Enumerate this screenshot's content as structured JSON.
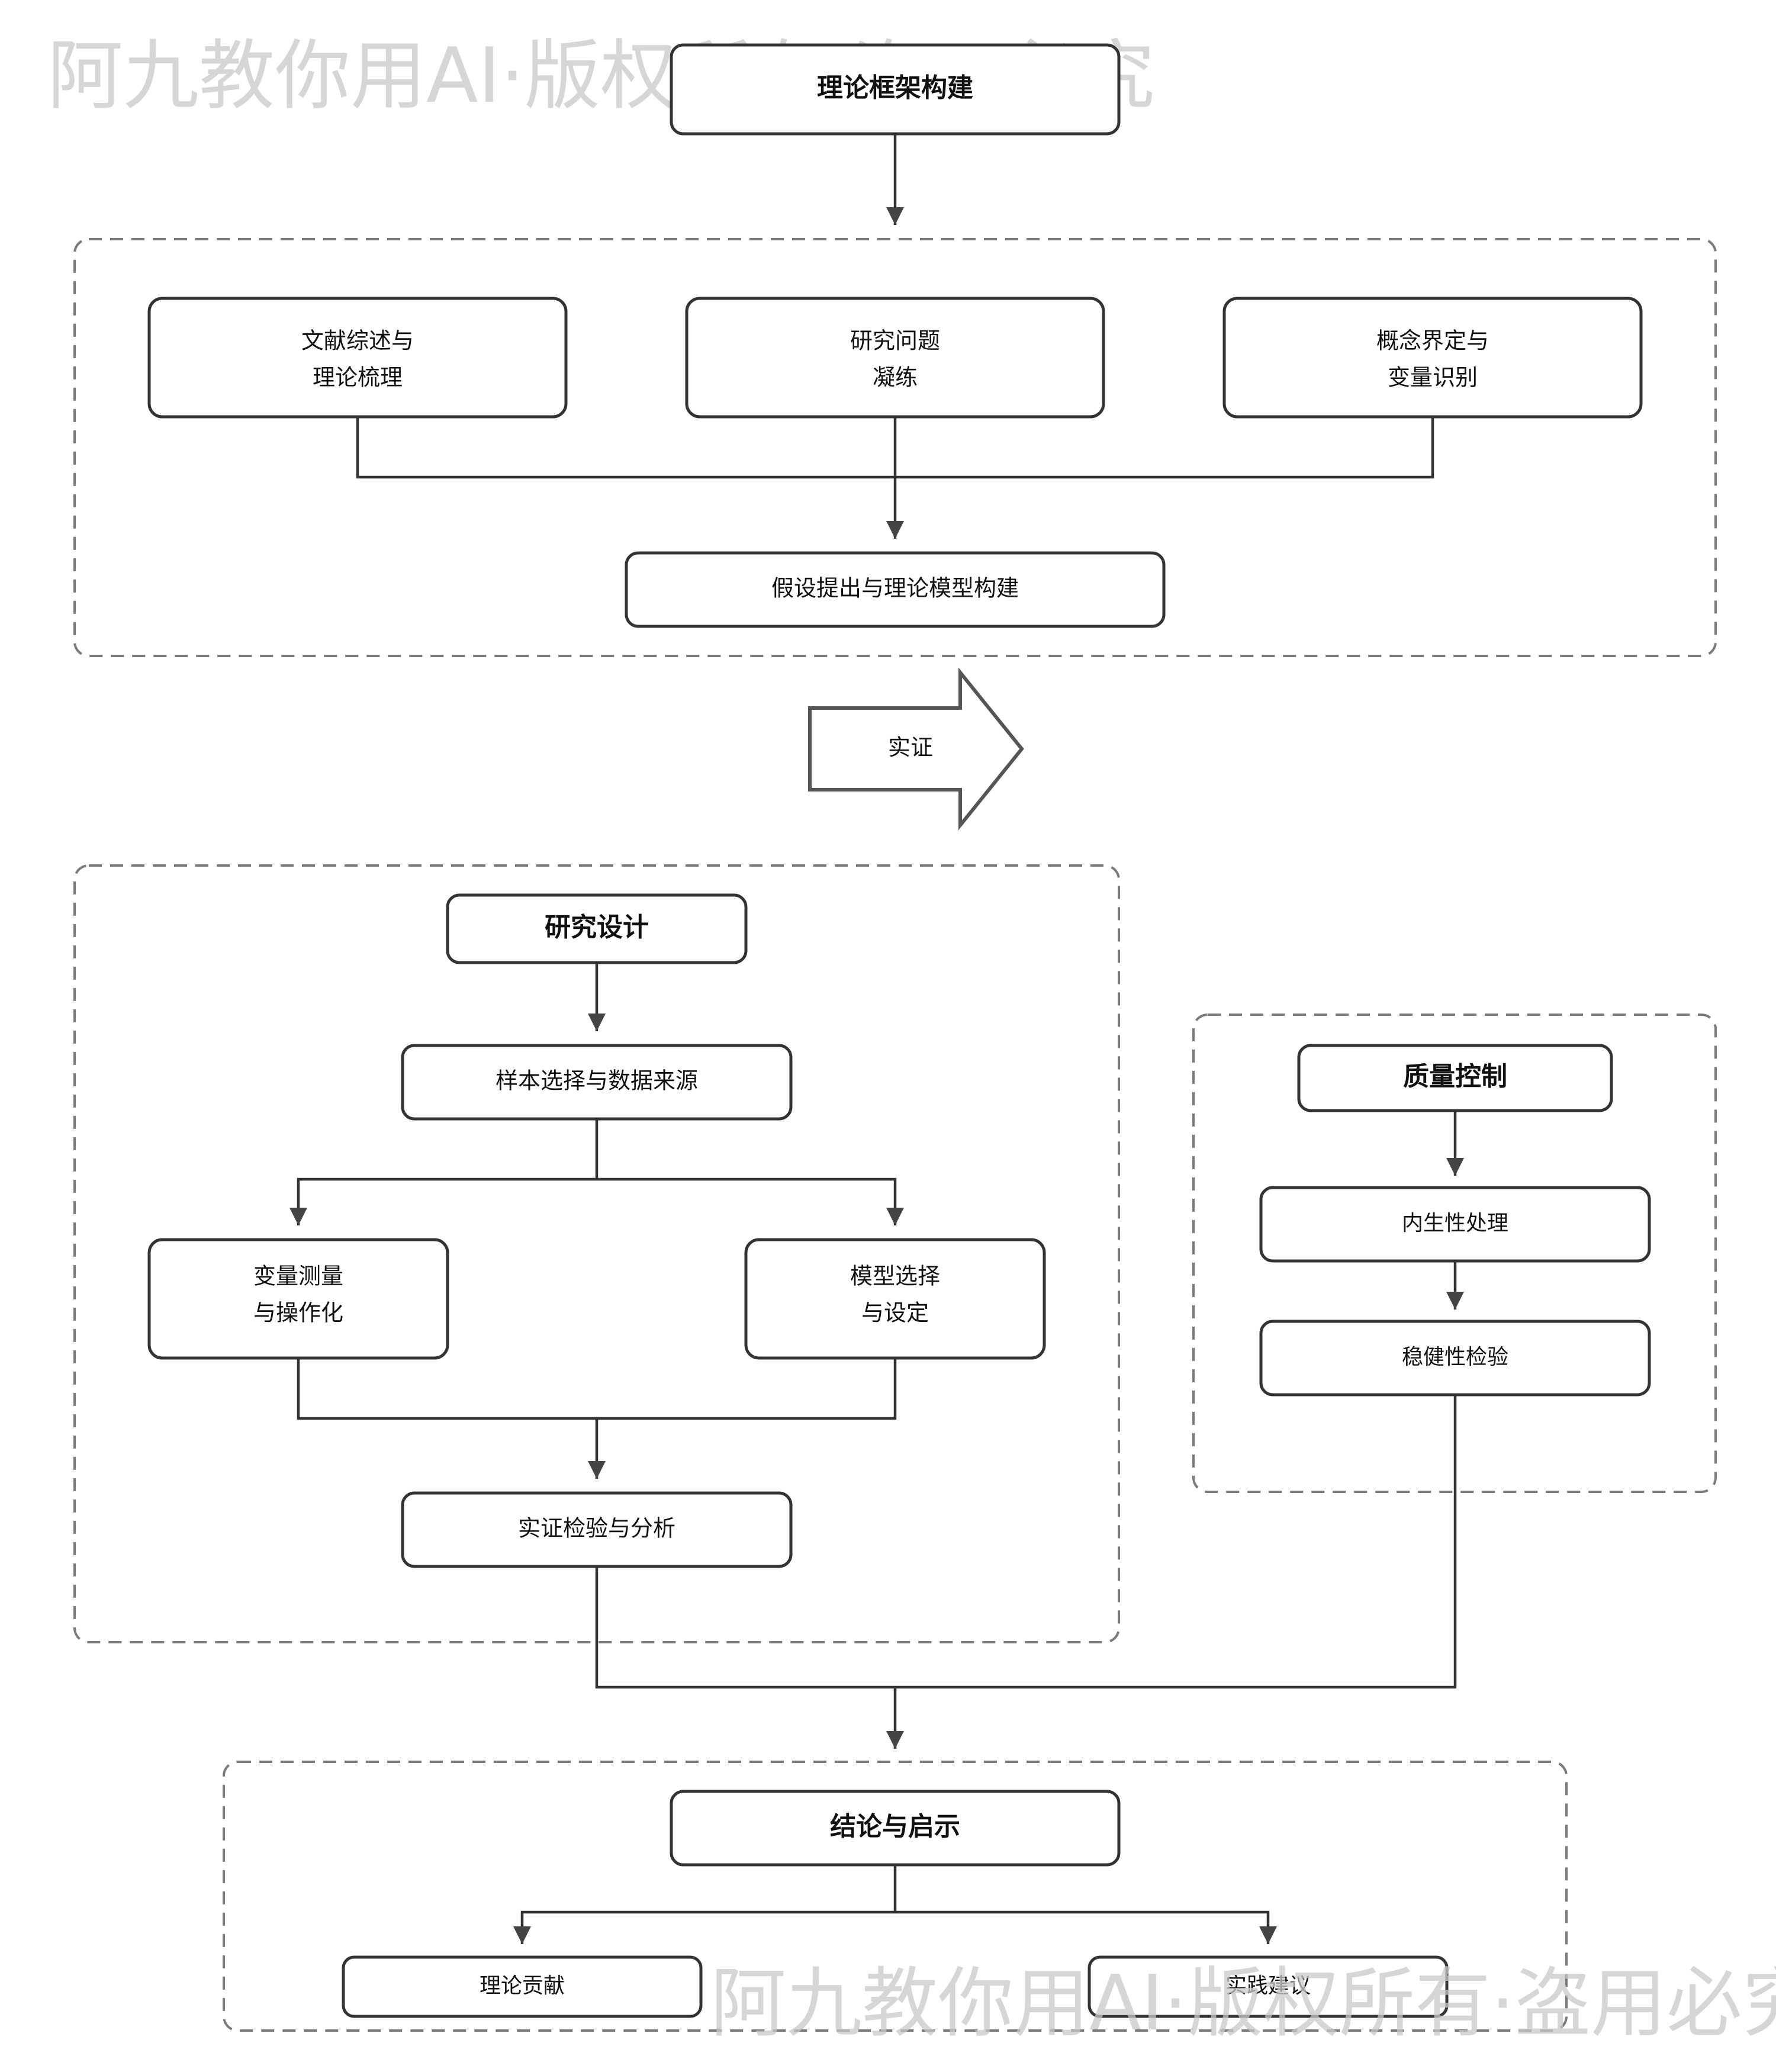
{
  "watermark": {
    "top_text": "阿九教你用AI·版权所有·盗用必究",
    "bottom_text": "阿九教你用AI·版权所有·盗用必究"
  },
  "top": {
    "title": "理论框架构建"
  },
  "theory_group": {
    "boxes": [
      {
        "line1": "文献综述与",
        "line2": "理论梳理"
      },
      {
        "line1": "研究问题",
        "line2": "凝练"
      },
      {
        "line1": "概念界定与",
        "line2": "变量识别"
      }
    ],
    "result": "假设提出与理论模型构建"
  },
  "transition_arrow": {
    "label": "实证"
  },
  "design_group": {
    "title": "研究设计",
    "sample": "样本选择与数据来源",
    "measure": {
      "line1": "变量测量",
      "line2": "与操作化"
    },
    "model": {
      "line1": "模型选择",
      "line2": "与设定"
    },
    "analysis": "实证检验与分析"
  },
  "quality_group": {
    "title": "质量控制",
    "step1": "内生性处理",
    "step2": "稳健性检验"
  },
  "conclusion_group": {
    "title": "结论与启示",
    "left": "理论贡献",
    "right": "实践建议"
  },
  "colors": {
    "stroke": "#333333",
    "dashed_frame": "#7a7a7a",
    "watermark": "#c8c8c8"
  }
}
